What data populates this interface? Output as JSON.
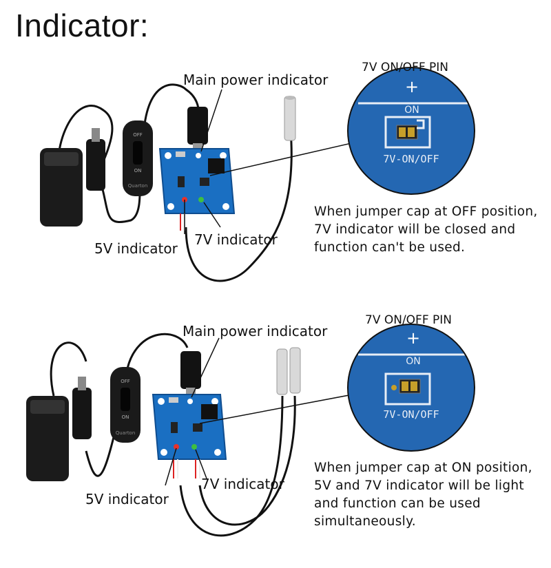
{
  "title": "Indicator:",
  "panels": [
    {
      "main_power_label": "Main power indicator",
      "pin_title": "7V ON/OFF PIN",
      "label_5v": "5V indicator",
      "label_7v": "7V indicator",
      "zoom_on": "ON",
      "zoom_pin": "7V-ON/OFF",
      "zoom_plus": "+",
      "description": [
        "When jumper cap at OFF position,",
        "7V indicator will be closed and",
        "function can't be used."
      ]
    },
    {
      "main_power_label": "Main power indicator",
      "pin_title": "7V ON/OFF PIN",
      "label_5v": "5V indicator",
      "label_7v": "7V indicator",
      "zoom_on": "ON",
      "zoom_pin": "7V-ON/OFF",
      "zoom_plus": "+",
      "description": [
        "When jumper cap at ON position,",
        "5V and 7V indicator will be light",
        "and function can be used",
        "simultaneously."
      ]
    }
  ],
  "switch_text": {
    "off": "OFF",
    "on": "ON",
    "brand": "Quarton"
  },
  "colors": {
    "board": "#1a6fc2",
    "zoom_bg": "#1e5fa8",
    "led_red": "#e8322b",
    "led_green": "#3fbf3f"
  }
}
